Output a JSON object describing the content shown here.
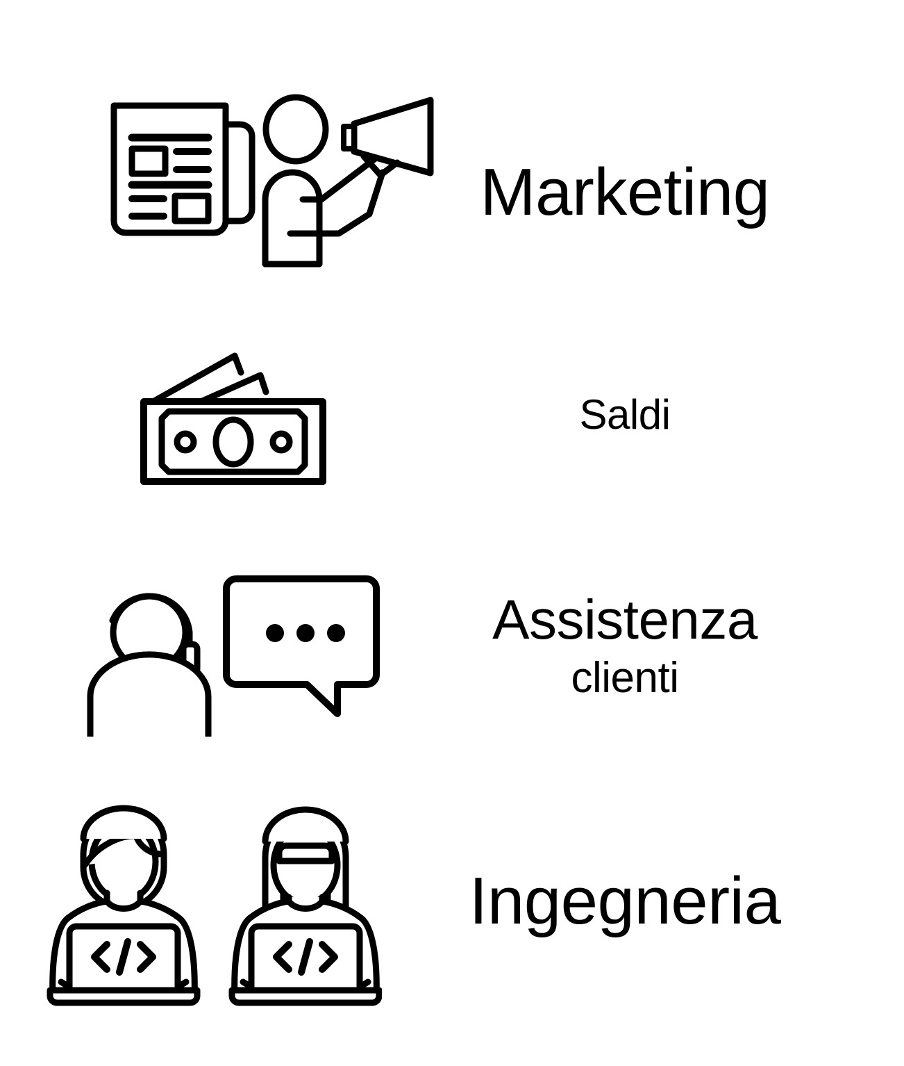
{
  "page": {
    "background_color": "#ffffff",
    "foreground_color": "#000000",
    "language": "it"
  },
  "rows": [
    {
      "id": "marketing",
      "label_lines": [
        "Marketing"
      ],
      "icons": [
        "newspaper-icon",
        "person-with-megaphone-icon"
      ]
    },
    {
      "id": "sales",
      "label_lines": [
        "Saldi"
      ],
      "icons": [
        "banknotes-icon"
      ]
    },
    {
      "id": "support",
      "label_lines": [
        "Assistenza",
        "clienti"
      ],
      "icons": [
        "headset-agent-icon",
        "chat-bubble-icon"
      ]
    },
    {
      "id": "engineering",
      "label_lines": [
        "Ingegneria"
      ],
      "icons": [
        "male-developer-laptop-icon",
        "female-developer-laptop-icon"
      ]
    }
  ],
  "labels": {
    "marketing": "Marketing",
    "sales": "Saldi",
    "support_line1": "Assistenza",
    "support_line2": "clienti",
    "engineering": "Ingegneria"
  },
  "icon_details": {
    "laptop_screen_glyph": "</>",
    "chat_bubble_dots": 3
  }
}
